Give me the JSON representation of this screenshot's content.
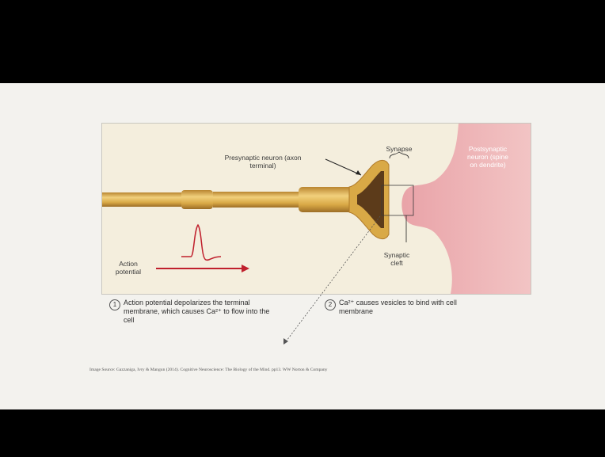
{
  "figure": {
    "labels": {
      "presynaptic": "Presynaptic neuron (axon terminal)",
      "synapse": "Synapse",
      "postsynaptic": "Postsynaptic neuron (spine on dendrite)",
      "synaptic_cleft": "Synaptic cleft",
      "action_potential": "Action potential"
    },
    "colors": {
      "axon": "#d9a946",
      "axon_highlight": "#f1d07c",
      "terminal_interior": "#5c3b1a",
      "postsynaptic": "#e7a9ae",
      "action_arrow": "#c0202d",
      "background": "#f4eedd"
    }
  },
  "steps": [
    {
      "number": "1",
      "text": "Action potential depolarizes the terminal membrane, which causes Ca²⁺ to flow into the cell"
    },
    {
      "number": "2",
      "text": "Ca²⁺ causes vesicles to bind with cell membrane"
    }
  ],
  "source": "Image Source: Gazzaniga, Ivry & Mangun (2014). Cognitive Neuroscience: The Biology of the Mind. pp13. WW Norton & Company"
}
